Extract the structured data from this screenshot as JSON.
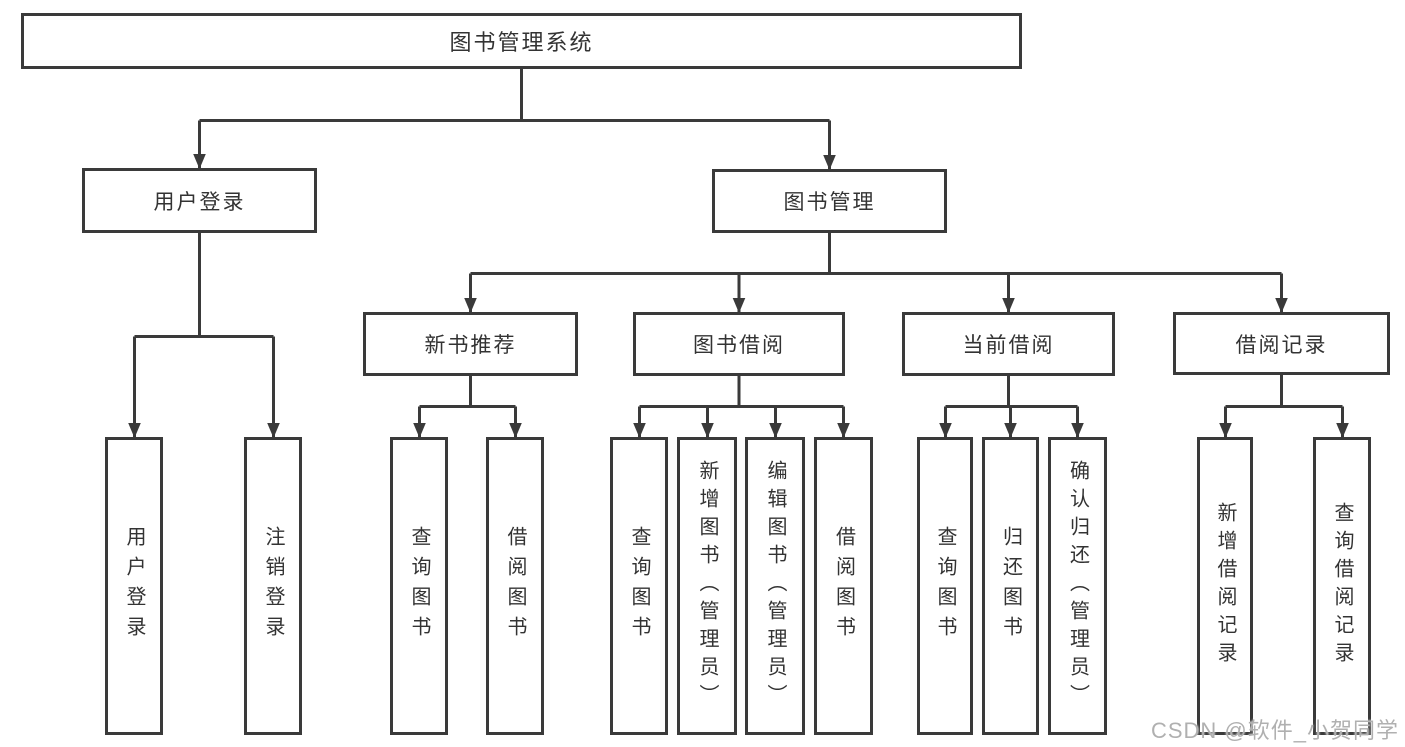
{
  "nodes": {
    "root": "图书管理系统",
    "user_login": "用户登录",
    "book_mgmt": "图书管理",
    "new_rec": "新书推荐",
    "borrow": "图书借阅",
    "current": "当前借阅",
    "records": "借阅记录",
    "user_login_leaf": "用户登录",
    "logout_leaf": "注销登录",
    "rec_query": "查询图书",
    "rec_borrow": "借阅图书",
    "borrow_query": "查询图书",
    "borrow_add": "新增图书（管理员）",
    "borrow_edit": "编辑图书（管理员）",
    "borrow_borrow": "借阅图书",
    "cur_query": "查询图书",
    "cur_return": "归还图书",
    "cur_confirm": "确认归还（管理员）",
    "rec_add_record": "新增借阅记录",
    "rec_query_record": "查询借阅记录"
  },
  "watermark": "CSDN @软件_小贺同学",
  "colors": {
    "line": "#3a3a3a",
    "text": "#333333",
    "background": "#ffffff",
    "watermark": "#b0b0b0"
  }
}
